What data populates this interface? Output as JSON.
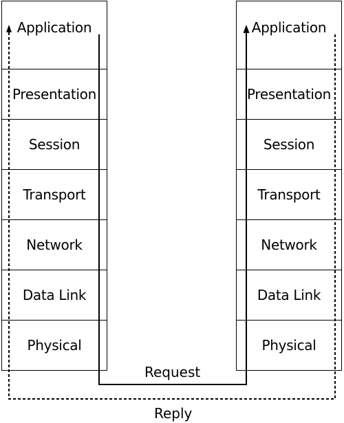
{
  "diagram": {
    "left_stack": {
      "layers": [
        "Application",
        "Presentation",
        "Session",
        "Transport",
        "Network",
        "Data Link",
        "Physical"
      ]
    },
    "right_stack": {
      "layers": [
        "Application",
        "Presentation",
        "Session",
        "Transport",
        "Network",
        "Data Link",
        "Physical"
      ]
    },
    "request_label": "Request",
    "reply_label": "Reply",
    "colors": {
      "line": "#000000",
      "background": "#ffffff"
    }
  }
}
